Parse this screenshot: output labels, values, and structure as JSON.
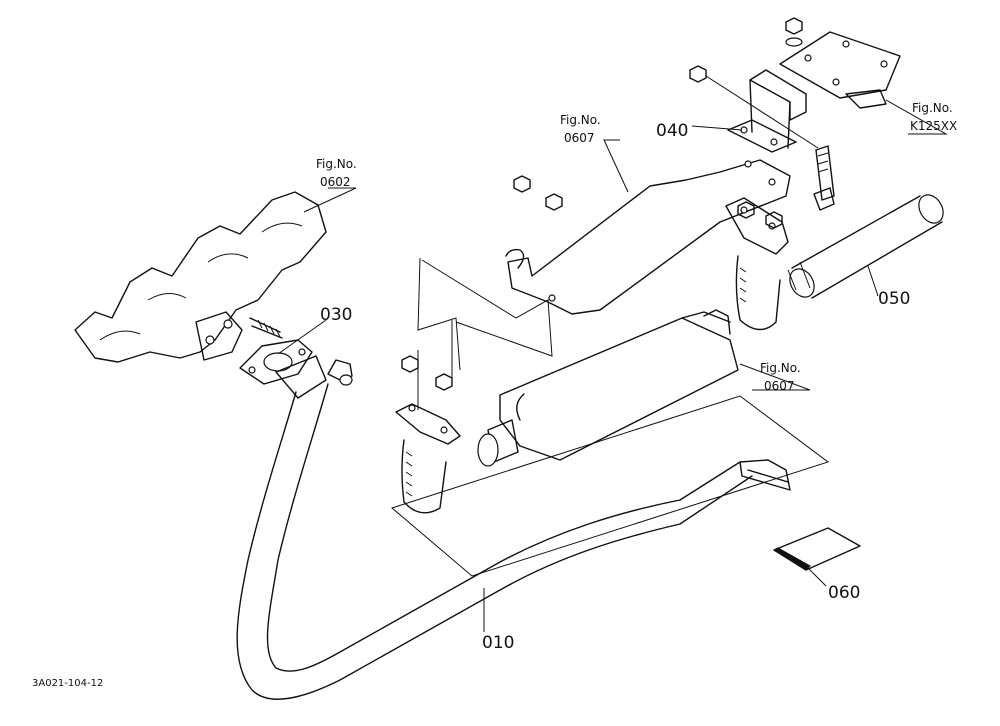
{
  "labels": {
    "fig_0602": {
      "line1": "Fig.No.",
      "line2": "0602"
    },
    "fig_0607_upper": {
      "line1": "Fig.No.",
      "line2": "0607"
    },
    "fig_0607_lower": {
      "line1": "Fig.No.",
      "line2": "0607"
    },
    "fig_k125xx": {
      "line1": "Fig.No.",
      "line2": "K125XX"
    }
  },
  "parts": {
    "p010": "010",
    "p030": "030",
    "p040": "040",
    "p050": "050",
    "p060": "060"
  },
  "diagram_code": "3A021-104-12"
}
